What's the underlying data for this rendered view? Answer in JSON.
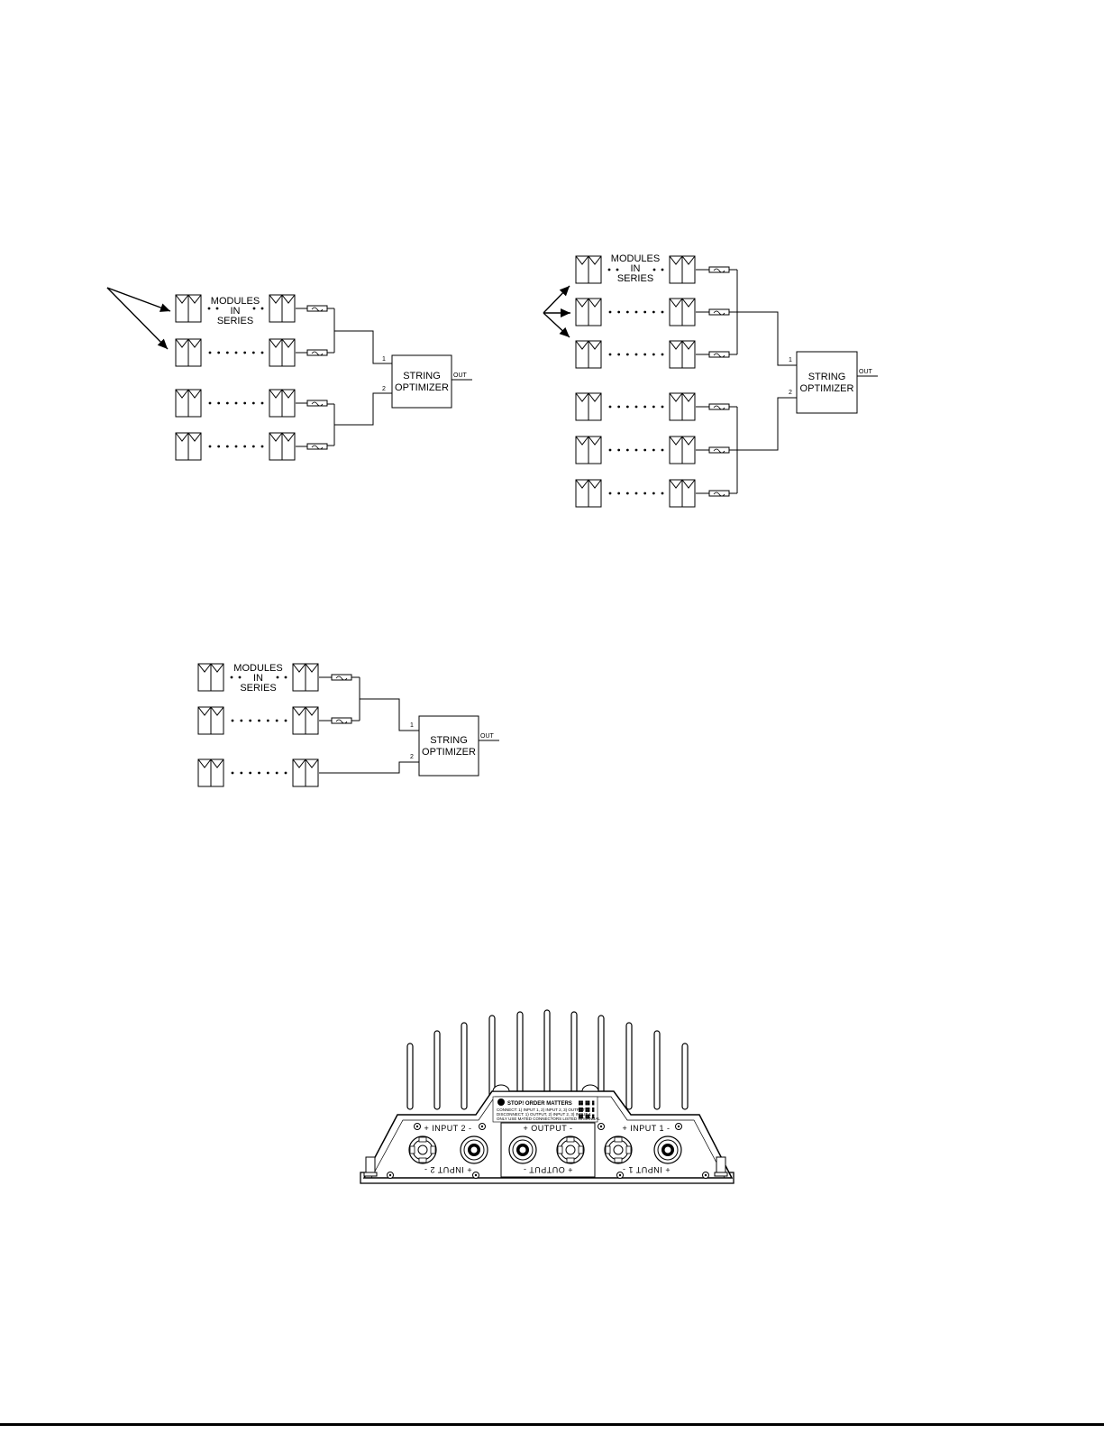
{
  "diagrams": [
    {
      "id": "two-string-pairs",
      "labels": {
        "modules_line1": "MODULES",
        "modules_line2": "IN",
        "modules_line3": "SERIES",
        "optimizer_line1": "STRING",
        "optimizer_line2": "OPTIMIZER",
        "out": "OUT",
        "input1": "1",
        "input2": "2"
      }
    },
    {
      "id": "three-string-pairs",
      "labels": {
        "modules_line1": "MODULES",
        "modules_line2": "IN",
        "modules_line3": "SERIES",
        "optimizer_line1": "STRING",
        "optimizer_line2": "OPTIMIZER",
        "out": "OUT",
        "input1": "1",
        "input2": "2"
      }
    },
    {
      "id": "two-plus-one",
      "labels": {
        "modules_line1": "MODULES",
        "modules_line2": "IN",
        "modules_line3": "SERIES",
        "optimizer_line1": "STRING",
        "optimizer_line2": "OPTIMIZER",
        "out": "OUT",
        "input1": "1",
        "input2": "2"
      }
    }
  ],
  "device": {
    "warning_title": "STOP! ORDER MATTERS",
    "warning_line1": "CONNECT: 1) INPUT 1, 2) INPUT 2, 3) OUTPUT",
    "warning_line2": "DISCONNECT: 1) OUTPUT, 2) INPUT 2, 3) INPUT 1",
    "warning_line3": "ONLY USE MATED CONNECTORS LISTED IN MANUAL",
    "input2_label": "+ INPUT 2 -",
    "output_label": "+ OUTPUT -",
    "input1_label": "+ INPUT 1 -",
    "input2_label_flipped": "+ INPUT 2 -",
    "output_label_flipped": "+ OUTPUT -",
    "input1_label_flipped": "+ INPUT 1 -"
  }
}
